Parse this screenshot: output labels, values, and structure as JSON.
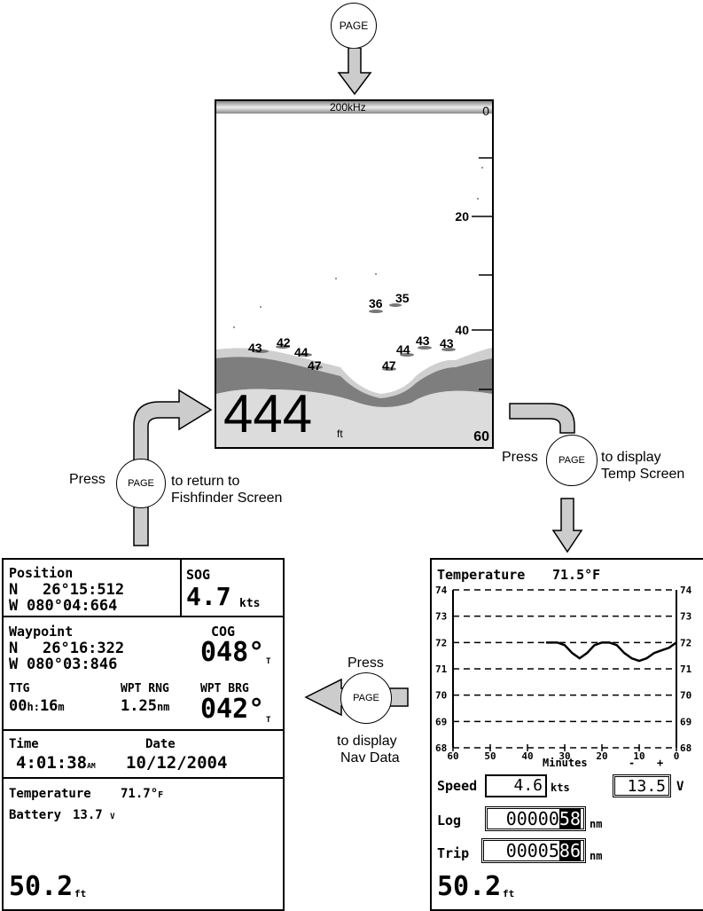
{
  "page_button_label": "PAGE",
  "fishfinder": {
    "frequency": "200kHz",
    "depth_value": "444",
    "depth_unit": "ft",
    "scale_top": "0",
    "scale_mid1": "20",
    "scale_mid2": "40",
    "scale_bottom": "60",
    "fish_labels": [
      "36",
      "35",
      "43",
      "42",
      "44",
      "47",
      "47",
      "44",
      "43",
      "43"
    ]
  },
  "flow_captions": {
    "to_temp_press": "Press",
    "to_temp_text_1": "to display",
    "to_temp_text_2": "Temp Screen",
    "to_nav_press": "Press",
    "to_nav_text_1": "to display",
    "to_nav_text_2": "Nav Data",
    "to_ff_press": "Press",
    "to_ff_text_1": "to return to",
    "to_ff_text_2": "Fishfinder Screen"
  },
  "temp_screen": {
    "title": "Temperature",
    "current_temp": "71.5°F",
    "y_ticks": [
      "74",
      "73",
      "72",
      "71",
      "70",
      "69",
      "68"
    ],
    "x_ticks": [
      "60",
      "50",
      "40",
      "30",
      "20",
      "10",
      "0"
    ],
    "x_label": "Minutes",
    "zoom_minus": "-",
    "zoom_plus": "+",
    "speed_label": "Speed",
    "speed_value": "4.6",
    "speed_unit": "kts",
    "voltage_value": "13.5",
    "voltage_unit": "V",
    "log_label": "Log",
    "log_value_main": "00000",
    "log_value_highlight": "58",
    "log_unit": "nm",
    "trip_label": "Trip",
    "trip_value_main": "00005",
    "trip_value_highlight": "86",
    "trip_unit": "nm",
    "depth_value": "50.2",
    "depth_unit": "ft"
  },
  "chart_data": {
    "type": "line",
    "xlabel": "Minutes",
    "ylabel": "",
    "xlim": [
      60,
      0
    ],
    "ylim": [
      68,
      74
    ],
    "grid": true,
    "series": [
      {
        "x": [
          35,
          32,
          30,
          28,
          26,
          24,
          22,
          20,
          18,
          16,
          14,
          12,
          10,
          8,
          6,
          4,
          2,
          0
        ],
        "values": [
          72.0,
          72.0,
          71.9,
          71.6,
          71.4,
          71.6,
          71.9,
          72.0,
          72.0,
          71.9,
          71.6,
          71.4,
          71.3,
          71.4,
          71.6,
          71.7,
          71.8,
          72.0
        ]
      }
    ]
  },
  "nav_screen": {
    "position_label": "Position",
    "lat_hemi": "N",
    "lat_value": "26°15:512",
    "lon_hemi": "W",
    "lon_value": "080°04:664",
    "sog_label": "SOG",
    "sog_value": "4.7",
    "sog_unit": "kts",
    "waypoint_label": "Waypoint",
    "wpt_lat_hemi": "N",
    "wpt_lat_value": "26°16:322",
    "wpt_lon_hemi": "W",
    "wpt_lon_value": "080°03:846",
    "cog_label": "COG",
    "cog_value": "048°",
    "cog_unit": "T",
    "ttg_label": "TTG",
    "ttg_hours": "00",
    "ttg_h": "h:",
    "ttg_minutes": "16",
    "ttg_m": "m",
    "wpt_rng_label": "WPT RNG",
    "wpt_rng_value": "1.25",
    "wpt_rng_unit": "nm",
    "wpt_brg_label": "WPT BRG",
    "wpt_brg_value": "042°",
    "wpt_brg_unit": "T",
    "time_label": "Time",
    "time_value": "4:01:38",
    "time_ampm": "AM",
    "date_label": "Date",
    "date_value": "10/12/2004",
    "temperature_label": "Temperature",
    "temperature_value": "71.7°",
    "temperature_unit": "F",
    "battery_label": "Battery",
    "battery_value": "13.7",
    "battery_unit": "V",
    "depth_value": "50.2",
    "depth_unit": "ft"
  }
}
